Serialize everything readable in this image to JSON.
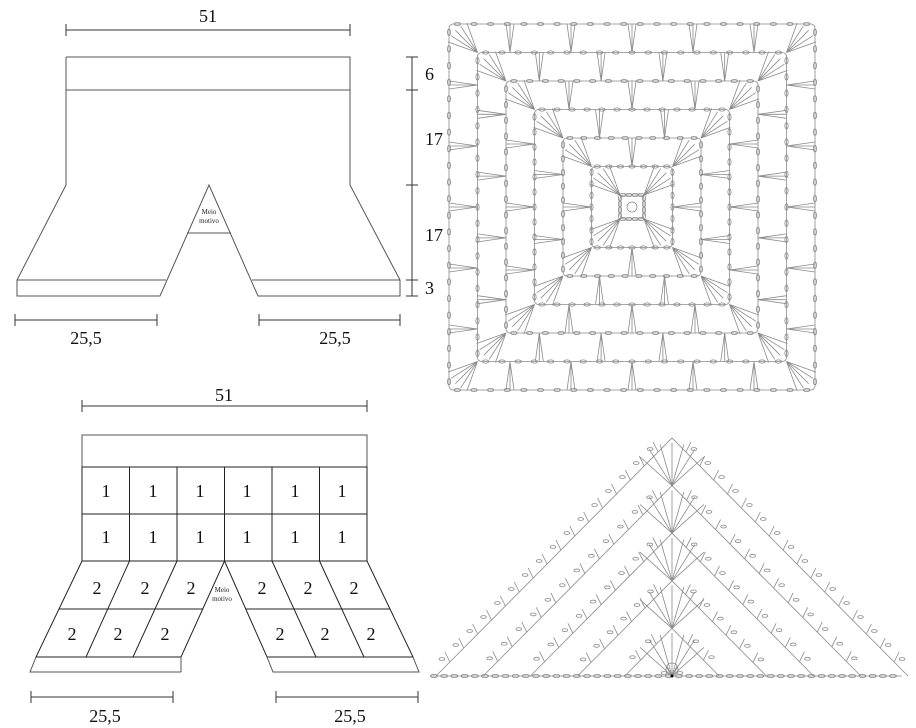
{
  "top_schematic": {
    "width_label": "51",
    "right_dims": [
      "6",
      "17",
      "17",
      "3"
    ],
    "half_motif_label_line1": "Meio",
    "half_motif_label_line2": "motivo",
    "bottom_left_label": "25,5",
    "bottom_right_label": "25,5"
  },
  "bottom_schematic": {
    "width_label": "51",
    "row1_cells": [
      "1",
      "1",
      "1",
      "1",
      "1",
      "1"
    ],
    "row2_cells": [
      "1",
      "1",
      "1",
      "1",
      "1",
      "1"
    ],
    "row3_left_cells": [
      "2",
      "2",
      "2"
    ],
    "row3_right_cells": [
      "2",
      "2",
      "2"
    ],
    "row4_left_cells": [
      "2",
      "2",
      "2"
    ],
    "row4_right_cells": [
      "2",
      "2",
      "2"
    ],
    "half_motif_label_line1": "Meio",
    "half_motif_label_line2": "motivo",
    "bottom_left_label": "25,5",
    "bottom_right_label": "25,5"
  },
  "square_chart": {
    "kind": "crochet square motif diagram",
    "rounds": 6
  },
  "triangle_chart": {
    "kind": "crochet half-motif triangle diagram",
    "rows": 5
  }
}
